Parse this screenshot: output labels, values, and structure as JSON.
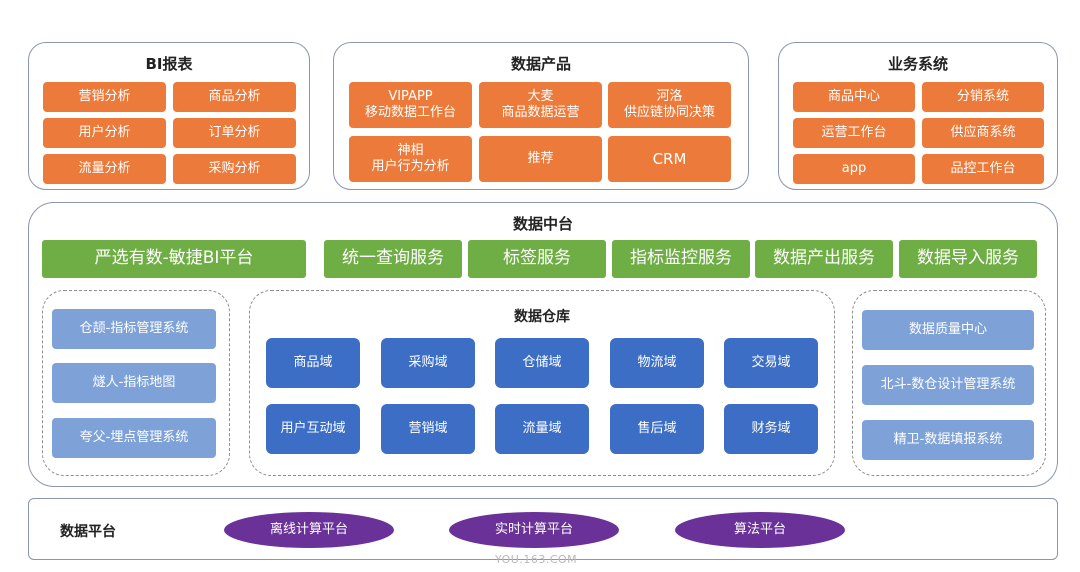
{
  "bi": {
    "title": "BI报表",
    "items": [
      "营销分析",
      "商品分析",
      "用户分析",
      "订单分析",
      "流量分析",
      "采购分析"
    ]
  },
  "product": {
    "title": "数据产品",
    "items": [
      "VIPAPP\n移动数据工作台",
      "大麦\n商品数据运营",
      "河洛\n供应链协同决策",
      "神相\n用户行为分析",
      "推荐",
      "CRM"
    ]
  },
  "business": {
    "title": "业务系统",
    "items": [
      "商品中心",
      "分销系统",
      "运营工作台",
      "供应商系统",
      "app",
      "品控工作台"
    ]
  },
  "middle": {
    "title": "数据中台",
    "services": [
      "严选有数-敏捷BI平台",
      "统一查询服务",
      "标签服务",
      "指标监控服务",
      "数据产出服务",
      "数据导入服务"
    ],
    "left_items": [
      "仓颉-指标管理系统",
      "燧人-指标地图",
      "夸父-埋点管理系统"
    ],
    "warehouse": {
      "title": "数据仓库",
      "domains": [
        "商品域",
        "采购域",
        "仓储域",
        "物流域",
        "交易域",
        "用户互动域",
        "营销域",
        "流量域",
        "售后域",
        "财务域"
      ]
    },
    "right_items": [
      "数据质量中心",
      "北斗-数仓设计管理系统",
      "精卫-数据填报系统"
    ]
  },
  "platform": {
    "title": "数据平台",
    "items": [
      "离线计算平台",
      "实时计算平台",
      "算法平台"
    ]
  },
  "watermark": "YOU.163.COM"
}
